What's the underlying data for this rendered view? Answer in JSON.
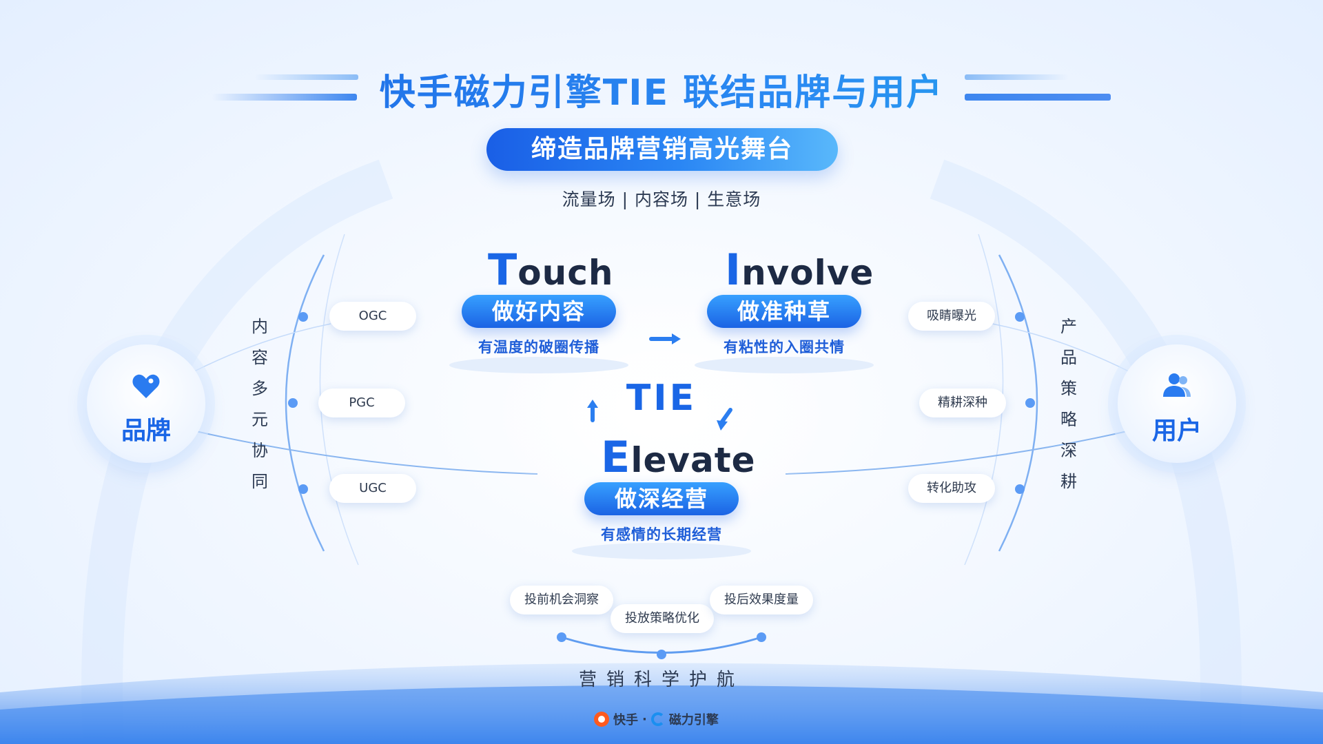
{
  "title": "快手磁力引擎TIE 联结品牌与用户",
  "banner": "缔造品牌营销高光舞台",
  "subline": "流量场 | 内容场 | 生意场",
  "touch": {
    "cap": "T",
    "rest": "ouch",
    "pill": "做好内容",
    "desc": "有温度的破圈传播"
  },
  "involve": {
    "cap": "I",
    "rest": "nvolve",
    "pill": "做准种草",
    "desc": "有粘性的入圈共情"
  },
  "elevate": {
    "cap": "E",
    "rest": "levate",
    "pill": "做深经营",
    "desc": "有感情的长期经营"
  },
  "center": "TIE",
  "brand": {
    "label": "品牌",
    "icon": "heart-tag-icon"
  },
  "user": {
    "label": "用户",
    "icon": "users-icon"
  },
  "left_tags": [
    "OGC",
    "PGC",
    "UGC"
  ],
  "left_vertical": [
    "内",
    "容",
    "多",
    "元",
    "协",
    "同"
  ],
  "right_tags": [
    "吸睛曝光",
    "精耕深种",
    "转化助攻"
  ],
  "right_vertical": [
    "产",
    "品",
    "策",
    "略",
    "深",
    "耕"
  ],
  "bottom_tags": [
    "投前机会洞察",
    "投放策略优化",
    "投后效果度量"
  ],
  "bottom_text": "营销科学护航",
  "footer": {
    "brand1": "快手",
    "sep": "·",
    "brand2": "磁力引擎"
  },
  "colors": {
    "primary": "#1a66e6",
    "accent": "#37a0ff",
    "text": "#2c3a52"
  }
}
